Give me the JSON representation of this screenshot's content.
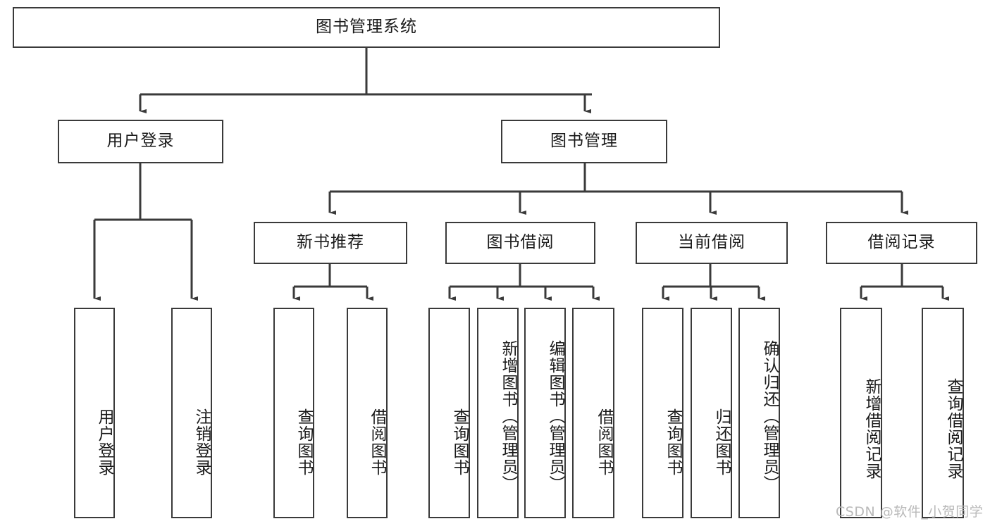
{
  "diagram": {
    "title": "图书管理系统",
    "type": "hierarchy-tree",
    "root": {
      "id": "root",
      "label": "图书管理系统"
    },
    "level2": [
      {
        "id": "user-login",
        "label": "用户登录"
      },
      {
        "id": "book-manage",
        "label": "图书管理"
      }
    ],
    "level3": [
      {
        "id": "new-book-recommend",
        "label": "新书推荐",
        "parent": "book-manage"
      },
      {
        "id": "book-borrow",
        "label": "图书借阅",
        "parent": "book-manage"
      },
      {
        "id": "current-borrow",
        "label": "当前借阅",
        "parent": "book-manage"
      },
      {
        "id": "borrow-record",
        "label": "借阅记录",
        "parent": "book-manage"
      }
    ],
    "leaves": [
      {
        "id": "leaf-user-login",
        "label": "用户登录",
        "parent": "user-login"
      },
      {
        "id": "leaf-logout",
        "label": "注销登录",
        "parent": "user-login"
      },
      {
        "id": "leaf-query-book-1",
        "label": "查询图书",
        "parent": "new-book-recommend"
      },
      {
        "id": "leaf-borrow-book-1",
        "label": "借阅图书",
        "parent": "new-book-recommend"
      },
      {
        "id": "leaf-query-book-2",
        "label": "查询图书",
        "parent": "book-borrow"
      },
      {
        "id": "leaf-add-book",
        "label": "新增图书（管理员）",
        "parent": "book-borrow"
      },
      {
        "id": "leaf-edit-book",
        "label": "编辑图书（管理员）",
        "parent": "book-borrow"
      },
      {
        "id": "leaf-borrow-book-2",
        "label": "借阅图书",
        "parent": "book-borrow"
      },
      {
        "id": "leaf-query-book-3",
        "label": "查询图书",
        "parent": "current-borrow"
      },
      {
        "id": "leaf-return-book",
        "label": "归还图书",
        "parent": "current-borrow"
      },
      {
        "id": "leaf-confirm-return",
        "label": "确认归还（管理员）",
        "parent": "current-borrow"
      },
      {
        "id": "leaf-add-record",
        "label": "新增借阅记录",
        "parent": "borrow-record"
      },
      {
        "id": "leaf-query-record",
        "label": "查询借阅记录",
        "parent": "borrow-record"
      }
    ],
    "colors": {
      "box_border": "#3a3a3a",
      "box_fill": "#ffffff",
      "connector": "#3a3a3a",
      "text": "#1a1a1a",
      "watermark": "#b9b9b9"
    }
  },
  "watermark": {
    "text": "CSDN @软件_小贺同学"
  }
}
